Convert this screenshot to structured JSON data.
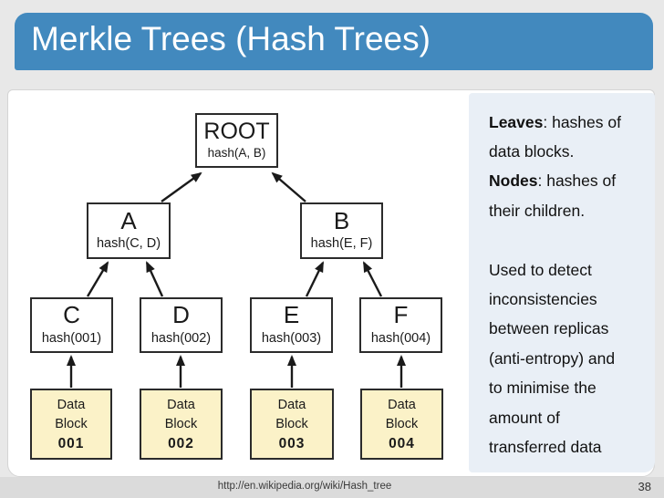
{
  "title": "Merkle Trees (Hash Trees)",
  "colors": {
    "title_bar": "#4289BE",
    "page_bg": "#E8E8E8",
    "panel_bg": "#FFFFFF",
    "sidebar_bg": "#E9EFF6",
    "data_block_fill": "#FBF2C8",
    "footer_bg": "#DBDBDB",
    "line": "#1A1A1A"
  },
  "tree": {
    "root": {
      "label": "ROOT",
      "hash": "hash(A, B)"
    },
    "internal": [
      {
        "label": "A",
        "hash": "hash(C, D)"
      },
      {
        "label": "B",
        "hash": "hash(E, F)"
      }
    ],
    "leaves": [
      {
        "label": "C",
        "hash": "hash(001)"
      },
      {
        "label": "D",
        "hash": "hash(002)"
      },
      {
        "label": "E",
        "hash": "hash(003)"
      },
      {
        "label": "F",
        "hash": "hash(004)"
      }
    ],
    "data_blocks": [
      {
        "line1": "Data",
        "line2": "Block",
        "id": "001"
      },
      {
        "line1": "Data",
        "line2": "Block",
        "id": "002"
      },
      {
        "line1": "Data",
        "line2": "Block",
        "id": "003"
      },
      {
        "line1": "Data",
        "line2": "Block",
        "id": "004"
      }
    ],
    "edges": [
      {
        "from": "A",
        "to": "ROOT"
      },
      {
        "from": "B",
        "to": "ROOT"
      },
      {
        "from": "C",
        "to": "A"
      },
      {
        "from": "D",
        "to": "A"
      },
      {
        "from": "E",
        "to": "B"
      },
      {
        "from": "F",
        "to": "B"
      },
      {
        "from": "Data Block 001",
        "to": "C"
      },
      {
        "from": "Data Block 002",
        "to": "D"
      },
      {
        "from": "Data Block 003",
        "to": "E"
      },
      {
        "from": "Data Block 004",
        "to": "F"
      }
    ]
  },
  "sidebar": {
    "lines": [
      {
        "bold": "Leaves",
        "rest": ": hashes of"
      },
      {
        "bold": "",
        "rest": "data blocks."
      },
      {
        "bold": "Nodes",
        "rest": ": hashes of"
      },
      {
        "bold": "",
        "rest": "their children."
      },
      {
        "bold": "",
        "rest": ""
      },
      {
        "bold": "",
        "rest": "Used to detect"
      },
      {
        "bold": "",
        "rest": "inconsistencies"
      },
      {
        "bold": "",
        "rest": "between replicas"
      },
      {
        "bold": "",
        "rest": "(anti-entropy) and"
      },
      {
        "bold": "",
        "rest": "to minimise the"
      },
      {
        "bold": "",
        "rest": "amount of"
      },
      {
        "bold": "",
        "rest": "transferred data"
      }
    ]
  },
  "footer": {
    "url": "http://en.wikipedia.org/wiki/Hash_tree",
    "page_number": "38"
  }
}
